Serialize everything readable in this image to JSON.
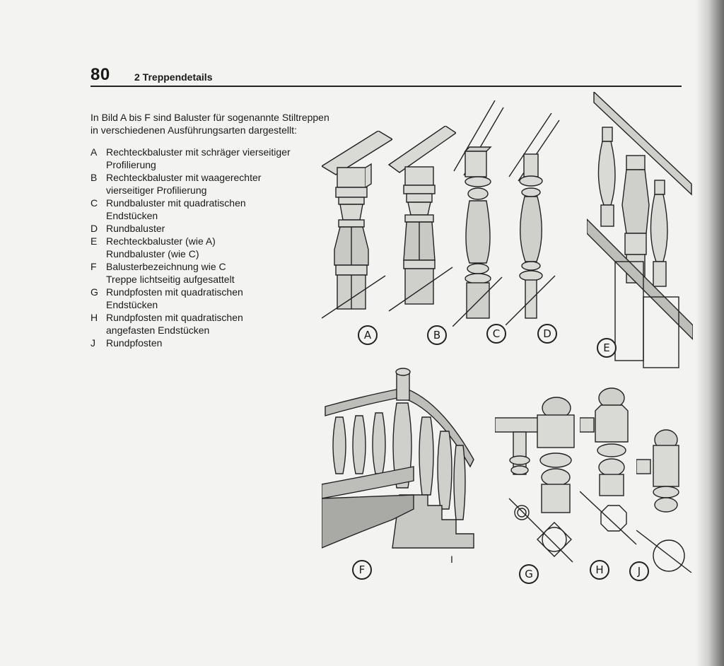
{
  "header": {
    "page_number": "80",
    "chapter_title": "2 Treppendetails"
  },
  "intro": {
    "line1": "In Bild A bis F sind Baluster für sogenannte Stiltreppen",
    "line2": "in verschiedenen Ausführungsarten dargestellt:"
  },
  "legend": [
    {
      "letter": "A",
      "lines": [
        "Rechteckbaluster mit schräger vierseitiger",
        "Profilierung"
      ]
    },
    {
      "letter": "B",
      "lines": [
        "Rechteckbaluster mit waagerechter",
        "vierseitiger Profilierung"
      ]
    },
    {
      "letter": "C",
      "lines": [
        "Rundbaluster mit quadratischen",
        "Endstücken"
      ]
    },
    {
      "letter": "D",
      "lines": [
        "Rundbaluster"
      ]
    },
    {
      "letter": "E",
      "lines": [
        "Rechteckbaluster (wie A)",
        "Rundbaluster (wie C)"
      ]
    },
    {
      "letter": "F",
      "lines": [
        "Balusterbezeichnung wie C",
        "Treppe lichtseitig aufgesattelt"
      ]
    },
    {
      "letter": "G",
      "lines": [
        "Rundpfosten mit quadratischen",
        "Endstücken"
      ]
    },
    {
      "letter": "H",
      "lines": [
        "Rundpfosten mit quadratischen",
        "angefasten Endstücken"
      ]
    },
    {
      "letter": "J",
      "lines": [
        "Rundpfosten"
      ]
    }
  ],
  "figure_labels": {
    "a": "A",
    "b": "B",
    "c": "C",
    "d": "D",
    "e": "E",
    "f": "F",
    "g": "G",
    "h": "H",
    "j": "J",
    "f_mark": "I"
  }
}
